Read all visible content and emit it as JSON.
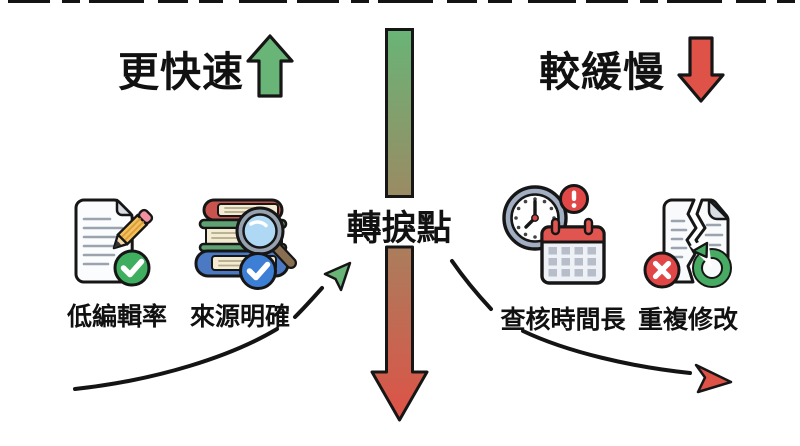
{
  "header": {
    "left_title": "更快速",
    "right_title": "較緩慢"
  },
  "center": {
    "label": "轉捩點"
  },
  "left_items": [
    {
      "label": "低編輯率",
      "icon": "document-check-icon"
    },
    {
      "label": "來源明確",
      "icon": "books-magnifier-icon"
    }
  ],
  "right_items": [
    {
      "label": "查核時間長",
      "icon": "clock-calendar-alert-icon"
    },
    {
      "label": "重複修改",
      "icon": "torn-document-redo-icon"
    }
  ],
  "colors": {
    "green": "#68b577",
    "red": "#de5247",
    "ink": "#161616"
  }
}
